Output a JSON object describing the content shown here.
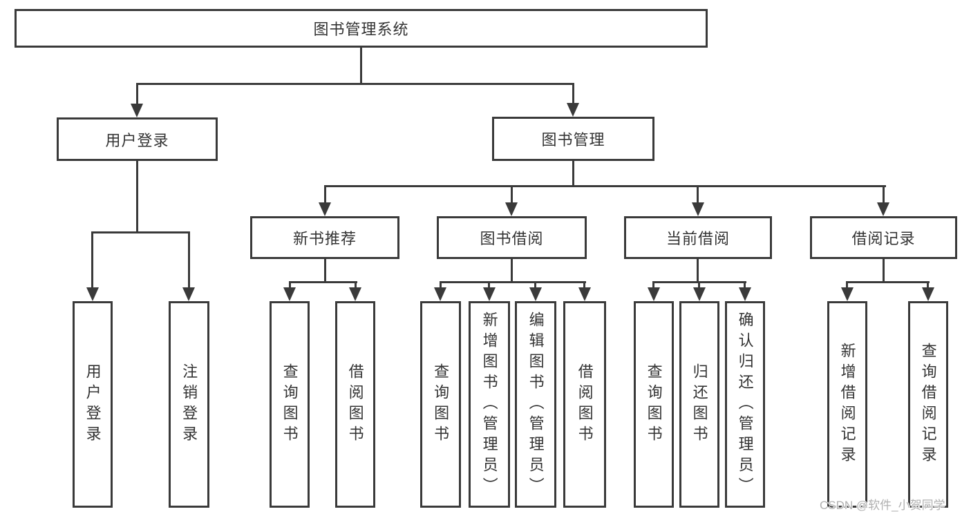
{
  "diagram": {
    "colors": {
      "line": "#3a3a3a",
      "text": "#333333",
      "background": "#ffffff",
      "watermark": "#b0b0b0"
    },
    "watermark": "CSDN @软件_小贺同学",
    "root": {
      "label": "图书管理系统",
      "children": [
        {
          "label": "用户登录",
          "children": [
            {
              "label": "用户登录"
            },
            {
              "label": "注销登录"
            }
          ]
        },
        {
          "label": "图书管理",
          "children": [
            {
              "label": "新书推荐",
              "children": [
                {
                  "label": "查询图书"
                },
                {
                  "label": "借阅图书"
                }
              ]
            },
            {
              "label": "图书借阅",
              "children": [
                {
                  "label": "查询图书"
                },
                {
                  "label": "新增图书（管理员）"
                },
                {
                  "label": "编辑图书（管理员）"
                },
                {
                  "label": "借阅图书"
                }
              ]
            },
            {
              "label": "当前借阅",
              "children": [
                {
                  "label": "查询图书"
                },
                {
                  "label": "归还图书"
                },
                {
                  "label": "确认归还（管理员）"
                }
              ]
            },
            {
              "label": "借阅记录",
              "children": [
                {
                  "label": "新增借阅记录"
                },
                {
                  "label": "查询借阅记录"
                }
              ]
            }
          ]
        }
      ]
    }
  }
}
